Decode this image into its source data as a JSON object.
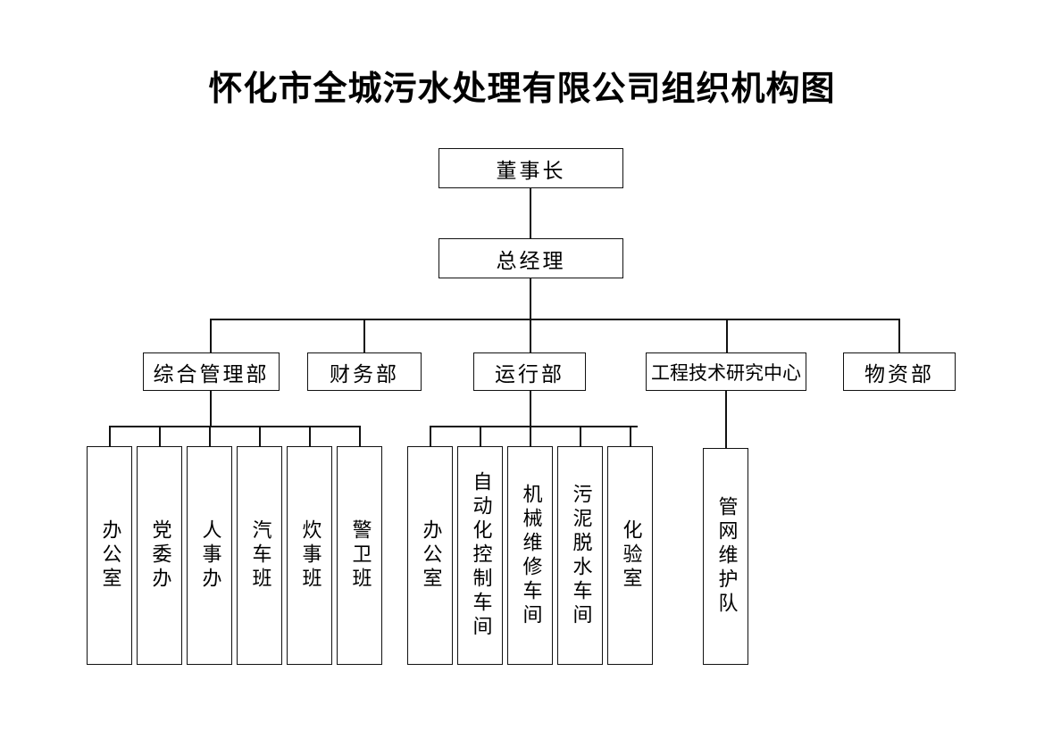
{
  "title": "怀化市全城污水处理有限公司组织机构图",
  "org": {
    "chairman": {
      "label": "董事长"
    },
    "general_manager": {
      "label": "总经理"
    },
    "departments": [
      {
        "label": "综合管理部"
      },
      {
        "label": "财务部"
      },
      {
        "label": "运行部"
      },
      {
        "label": "工程技术研究中心"
      },
      {
        "label": "物资部"
      }
    ],
    "admin_units": [
      {
        "label": "办公室"
      },
      {
        "label": "党委办"
      },
      {
        "label": "人事办"
      },
      {
        "label": "汽车班"
      },
      {
        "label": "炊事班"
      },
      {
        "label": "警卫班"
      }
    ],
    "operation_units": [
      {
        "label": "办公室"
      },
      {
        "label": "自动化控制车间"
      },
      {
        "label": "机械维修车间"
      },
      {
        "label": "污泥脱水车间"
      },
      {
        "label": "化验室"
      }
    ],
    "engineering_units": [
      {
        "label": "管网维护队"
      }
    ]
  },
  "colors": {
    "line": "#111111",
    "text": "#000000",
    "background": "#ffffff"
  }
}
